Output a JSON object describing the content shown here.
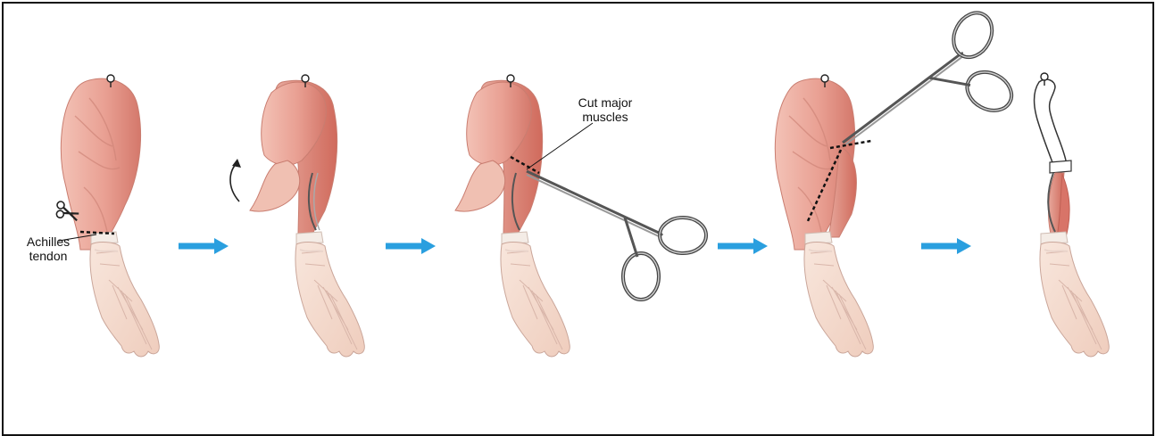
{
  "labels": {
    "tendon_line1": "Achilles",
    "tendon_line2": "tendon",
    "cut_line1": "Cut major",
    "cut_line2": "muscles"
  },
  "colors": {
    "muscle_fill": "#e9a093",
    "muscle_dark": "#d4786b",
    "muscle_light": "#f3c2b6",
    "tendon_fill": "#f4ece6",
    "foot_fill": "#f5ddd1",
    "arrow": "#2a9fdf",
    "line": "#1a1a1a",
    "bone_fill": "#ffffff"
  },
  "icons": [
    "scissors-icon",
    "arrow-right-icon",
    "rotate-arrow-icon",
    "forceps-icon"
  ]
}
